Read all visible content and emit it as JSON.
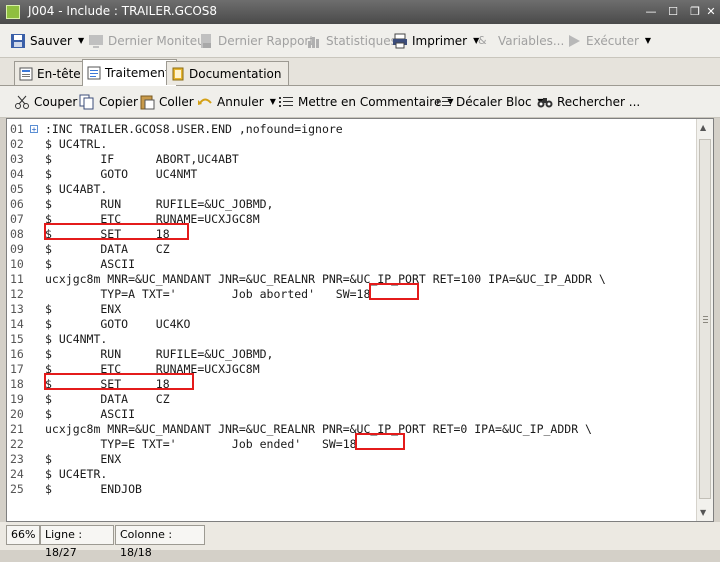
{
  "window": {
    "title": "J004 - Include : TRAILER.GCOS8"
  },
  "toolbar_main": {
    "save": "Sauver",
    "last_monitor": "Dernier Moniteur",
    "last_report": "Dernier Rapport",
    "stats": "Statistiques",
    "print": "Imprimer",
    "variables": "Variables...",
    "execute": "Exécuter"
  },
  "tabs": [
    {
      "label": "En-tête"
    },
    {
      "label": "Traitement"
    },
    {
      "label": "Documentation"
    }
  ],
  "toolbar_edit": {
    "cut": "Couper",
    "copy": "Copier",
    "paste": "Coller",
    "undo": "Annuler",
    "comment": "Mettre en Commentaire",
    "shift_block": "Décaler Bloc",
    "search": "Rechercher ..."
  },
  "code_lines": [
    {
      "num": "01",
      "text": ":INC TRAILER.GCOS8.USER.END ,nofound=ignore"
    },
    {
      "num": "02",
      "text": "$ UC4TRL."
    },
    {
      "num": "03",
      "text": "$       IF      ABORT,UC4ABT"
    },
    {
      "num": "04",
      "text": "$       GOTO    UC4NMT"
    },
    {
      "num": "05",
      "text": "$ UC4ABT."
    },
    {
      "num": "06",
      "text": "$       RUN     RUFILE=&UC_JOBMD,"
    },
    {
      "num": "07",
      "text": "$       ETC     RUNAME=UCXJGC8M"
    },
    {
      "num": "08",
      "text": "$       SET     18"
    },
    {
      "num": "09",
      "text": "$       DATA    CZ"
    },
    {
      "num": "10",
      "text": "$       ASCII"
    },
    {
      "num": "11",
      "text": "ucxjgc8m MNR=&UC_MANDANT JNR=&UC_REALNR PNR=&UC_IP_PORT RET=100 IPA=&UC_IP_ADDR \\"
    },
    {
      "num": "12",
      "text": "        TYP=A TXT='        Job aborted'   SW=18"
    },
    {
      "num": "13",
      "text": "$       ENX"
    },
    {
      "num": "14",
      "text": "$       GOTO    UC4KO"
    },
    {
      "num": "15",
      "text": "$ UC4NMT."
    },
    {
      "num": "16",
      "text": "$       RUN     RUFILE=&UC_JOBMD,"
    },
    {
      "num": "17",
      "text": "$       ETC     RUNAME=UCXJGC8M"
    },
    {
      "num": "18",
      "text": "$       SET     18"
    },
    {
      "num": "19",
      "text": "$       DATA    CZ"
    },
    {
      "num": "20",
      "text": "$       ASCII"
    },
    {
      "num": "21",
      "text": "ucxjgc8m MNR=&UC_MANDANT JNR=&UC_REALNR PNR=&UC_IP_PORT RET=0 IPA=&UC_IP_ADDR \\"
    },
    {
      "num": "22",
      "text": "        TYP=E TXT='        Job ended'   SW=18"
    },
    {
      "num": "23",
      "text": "$       ENX"
    },
    {
      "num": "24",
      "text": "$ UC4ETR."
    },
    {
      "num": "25",
      "text": "$       ENDJOB"
    }
  ],
  "status": {
    "zoom": "66%",
    "line": "Ligne : 18/27",
    "column": "Colonne : 18/18"
  },
  "colors": {
    "highlight": "#e41b1b"
  }
}
